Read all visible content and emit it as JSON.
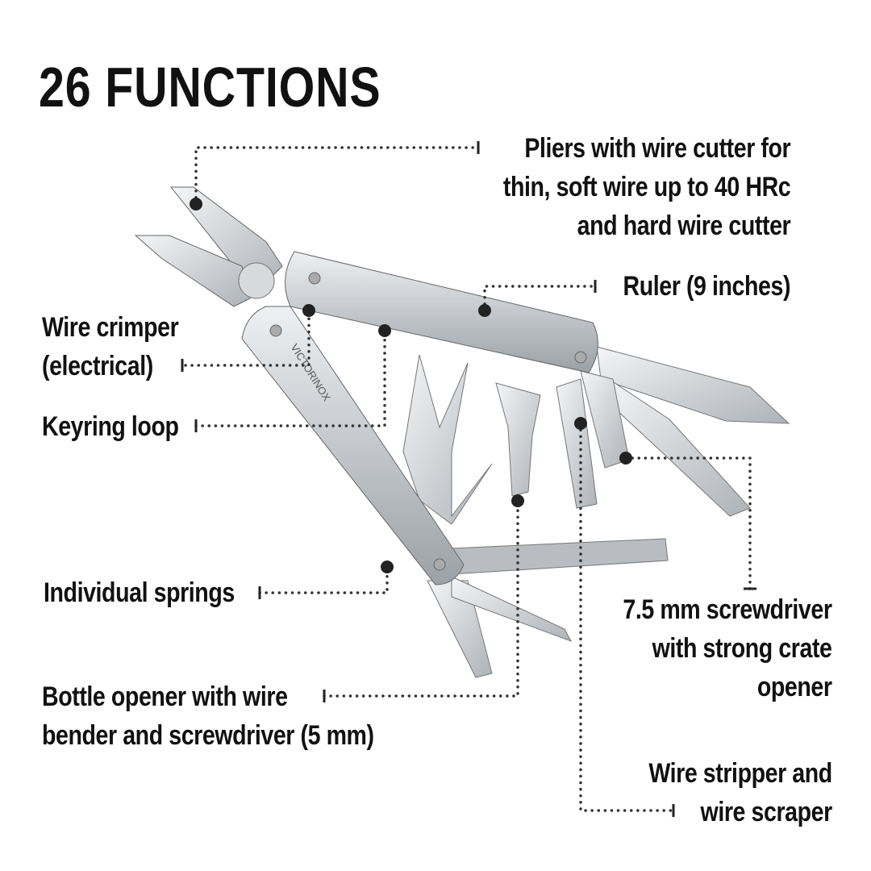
{
  "title": "26 FUNCTIONS",
  "brand_engraving": "VICTORINOX",
  "labels": {
    "pliers": [
      "Pliers with wire cutter for",
      "thin, soft wire up to 40 HRc",
      "and hard wire cutter"
    ],
    "ruler": "Ruler (9 inches)",
    "wire_crimper": [
      "Wire crimper",
      "(electrical)"
    ],
    "keyring_loop": "Keyring loop",
    "individual_springs": "Individual springs",
    "bottle_opener": [
      "Bottle opener with wire",
      "bender and screwdriver (5 mm)"
    ],
    "screwdriver": [
      "7.5 mm screwdriver",
      "with strong crate",
      "opener"
    ],
    "wire_stripper": [
      "Wire stripper and",
      "wire scraper"
    ]
  },
  "colors": {
    "text": "#111111",
    "leader": "#333333",
    "steel": "#c9ccd0"
  }
}
